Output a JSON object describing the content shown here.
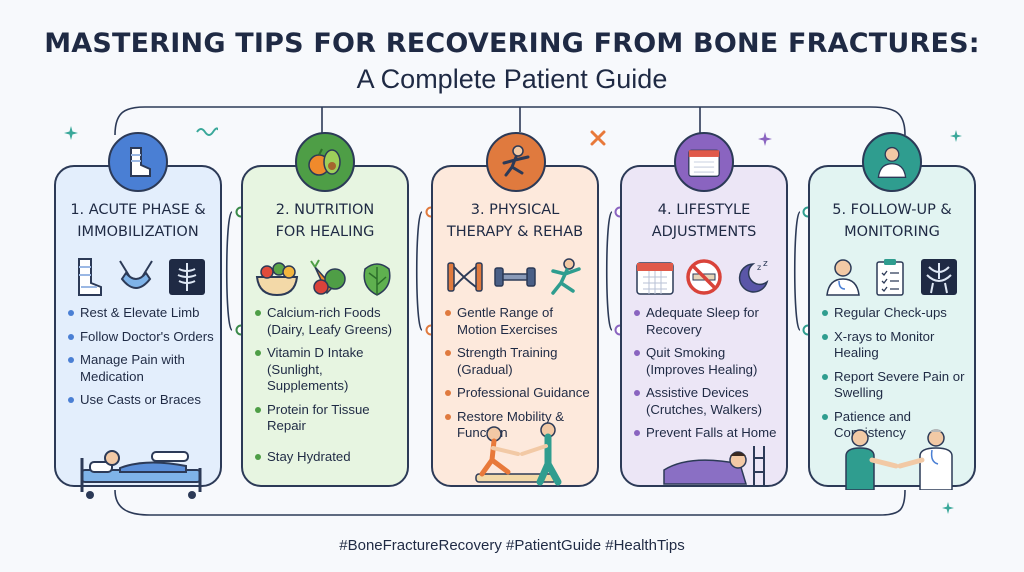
{
  "title": "MASTERING TIPS FOR RECOVERING FROM BONE FRACTURES:",
  "subtitle": "A Complete Patient Guide",
  "hashtags": "#BoneFractureRecovery #PatientGuide #HealthTips",
  "colors": {
    "outline": "#2c3a57",
    "card1": "#e3eefc",
    "card2": "#e7f5e1",
    "card3": "#fde9dc",
    "card4": "#ece6f6",
    "card5": "#e2f4f2",
    "accent1": "#4a7fd4",
    "accent2": "#4e9e46",
    "accent3": "#e07a3e",
    "accent4": "#8a64c0",
    "accent5": "#2f9d8f"
  },
  "cards": [
    {
      "title_line1": "1. ACUTE PHASE &",
      "title_line2": "IMMOBILIZATION",
      "badge_icon": "cast-leg-icon",
      "icons": [
        "leg-cast-icon",
        "arm-sling-icon",
        "xray-icon"
      ],
      "items": [
        "Rest & Elevate Limb",
        "Follow Doctor's Orders",
        "Manage Pain with Medication",
        "Use Casts or Braces"
      ],
      "scene": "patient-in-bed-icon"
    },
    {
      "title_line1": "2. NUTRITION",
      "title_line2": "FOR HEALING",
      "badge_icon": "fruit-icon",
      "icons": [
        "vegetable-bowl-icon",
        "vegetables-icon",
        "leafy-greens-icon"
      ],
      "items": [
        "Calcium-rich Foods (Dairy, Leafy Greens)",
        "Vitamin D Intake (Sunlight, Supplements)",
        "Protein for Tissue Repair",
        "Stay Hydrated"
      ],
      "scene": ""
    },
    {
      "title_line1": "3. PHYSICAL",
      "title_line2": "THERAPY & REHAB",
      "badge_icon": "exercise-icon",
      "icons": [
        "resistance-band-icon",
        "dumbbell-icon",
        "stretching-person-icon"
      ],
      "items": [
        "Gentle Range of Motion Exercises",
        "Strength Training (Gradual)",
        "Professional Guidance",
        "Restore Mobility & Function"
      ],
      "scene": "therapist-session-icon"
    },
    {
      "title_line1": "4. LIFESTYLE",
      "title_line2": "ADJUSTMENTS",
      "badge_icon": "calendar-icon",
      "icons": [
        "calendar-icon",
        "no-smoking-icon",
        "sleep-moon-icon"
      ],
      "items": [
        "Adequate Sleep for Recovery",
        "Quit Smoking (Improves Healing)",
        "Assistive Devices (Crutches, Walkers)",
        "Prevent Falls at Home"
      ],
      "scene": "sleeping-person-icon"
    },
    {
      "title_line1": "5. FOLLOW-UP &",
      "title_line2": "MONITORING",
      "badge_icon": "doctor-icon",
      "icons": [
        "doctor-icon",
        "clipboard-icon",
        "pelvis-xray-icon"
      ],
      "items": [
        "Regular Check-ups",
        "X-rays to Monitor Healing",
        "Report Severe Pain or Swelling",
        "Patience and Consistency"
      ],
      "scene": "handshake-icon"
    }
  ]
}
